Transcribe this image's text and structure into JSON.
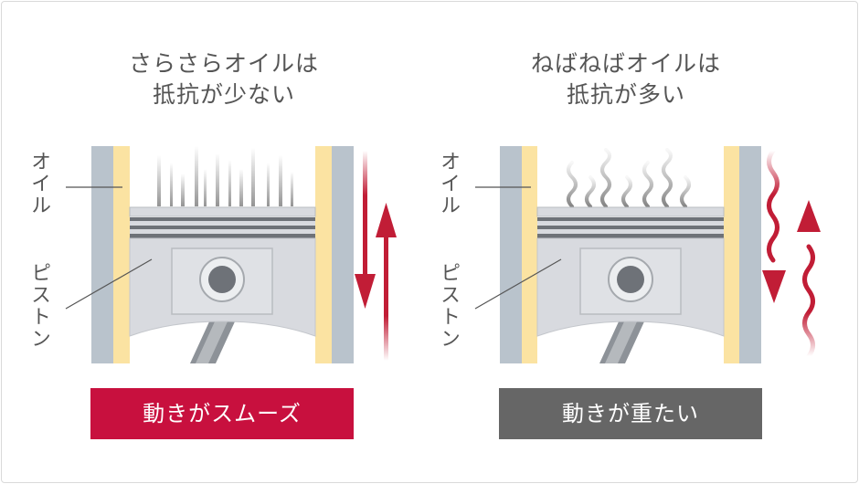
{
  "panels": [
    {
      "title_line1": "さらさらオイルは",
      "title_line2": "抵抗が少ない",
      "label_oil": "オイル",
      "label_piston": "ピストン",
      "badge": "動きがスムーズ",
      "badge_color": "#c8103e"
    },
    {
      "title_line1": "ねばねばオイルは",
      "title_line2": "抵抗が多い",
      "label_oil": "オイル",
      "label_piston": "ピストン",
      "badge": "動きが重たい",
      "badge_color": "#666666"
    }
  ],
  "colors": {
    "cylinder_wall": "#b9c3cc",
    "oil": "#fbe3a2",
    "piston": "#d8dadf",
    "arrow": "#c11d36",
    "text": "#555555"
  },
  "icons": [
    "up-down-arrow-icon",
    "wavy-up-down-arrow-icon",
    "heat-wave-icon"
  ]
}
